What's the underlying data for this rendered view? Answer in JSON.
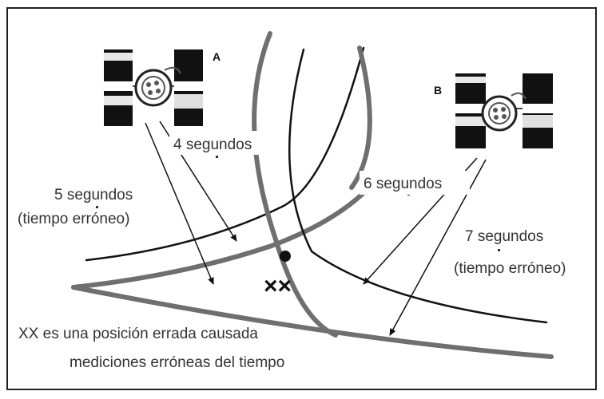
{
  "satellites": {
    "a": {
      "label": "A"
    },
    "b": {
      "label": "B"
    }
  },
  "labels": {
    "four_seconds": "4 segundos",
    "five_seconds": "5 segundos",
    "five_seconds_note": "(tiempo erróneo)",
    "six_seconds": "6 segundos",
    "seven_seconds": "7 segundos",
    "seven_seconds_note": "(tiempo erróneo)",
    "xx_marker": "××",
    "caption_line1": "XX es una posición errada causada",
    "caption_line2": "mediciones erróneas del tiempo"
  },
  "colors": {
    "correct_arc": "#111111",
    "erroneous_arc": "#6f6f6f",
    "text": "#333333",
    "border": "#222222"
  }
}
